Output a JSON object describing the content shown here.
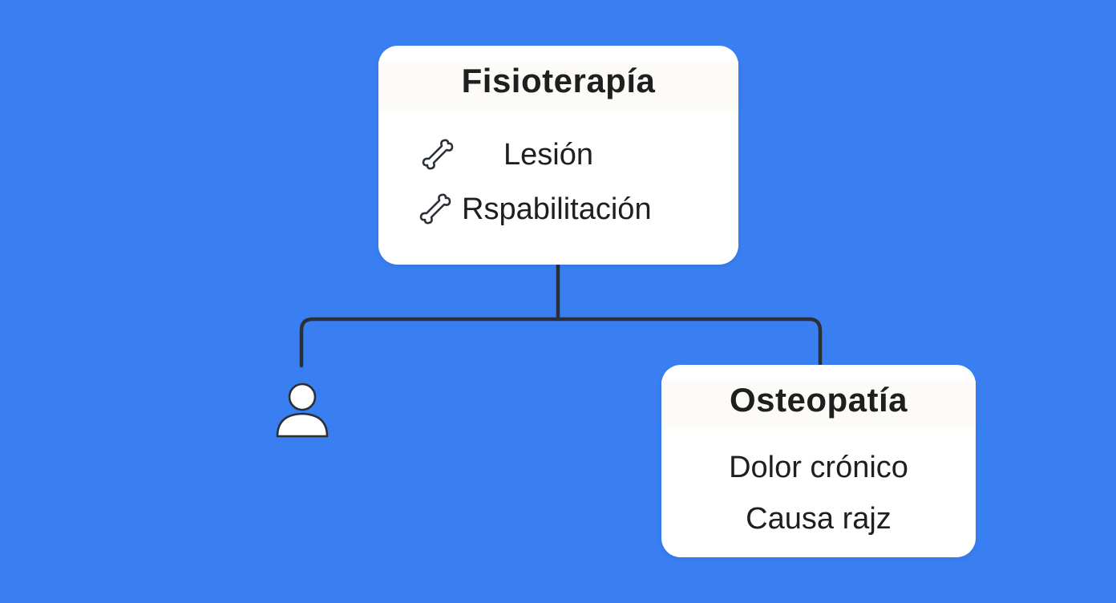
{
  "background_color": "#397ff1",
  "top_card": {
    "title": "Fisioterapía",
    "items": [
      {
        "icon": "bone-icon",
        "label": "Lesión"
      },
      {
        "icon": "bone-icon",
        "label": "Rspabilitación"
      }
    ]
  },
  "bottom_card": {
    "title": "Osteopatía",
    "items": [
      {
        "label": "Dolor crónico"
      },
      {
        "label": "Causa rajz"
      }
    ]
  },
  "left_node": {
    "icon": "person-icon"
  },
  "colors": {
    "line": "#2b2f36",
    "card": "#ffffff",
    "title_band": "#fcfbf8",
    "text": "#1f1f1f"
  }
}
